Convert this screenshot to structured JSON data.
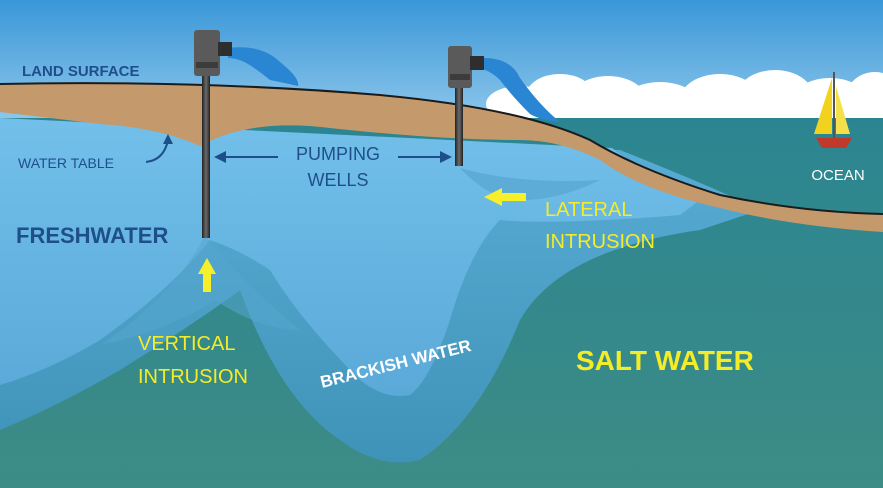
{
  "labels": {
    "land_surface": "LAND SURFACE",
    "water_table": "WATER TABLE",
    "pumping_wells_line1": "PUMPING",
    "pumping_wells_line2": "WELLS",
    "freshwater": "FRESHWATER",
    "ocean": "OCEAN",
    "lateral_intrusion_line1": "LATERAL",
    "lateral_intrusion_line2": "INTRUSION",
    "vertical_intrusion_line1": "VERTICAL",
    "vertical_intrusion_line2": "INTRUSION",
    "salt_water": "SALT WATER",
    "brackish_water": "BRACKISH WATER"
  },
  "colors": {
    "sky_top": "#3f9ad9",
    "sky_bottom": "#bfe3f5",
    "soil": "#c4986a",
    "freshwater": "#6ab8e5",
    "brackish": "#4f9fc6",
    "salt_water": "#2f8a97",
    "ocean": "#1e7f88",
    "well_pipe": "#3b3b3b",
    "label_dark": "#1f4f8a",
    "label_yellow": "#f4ec27",
    "arrow_yellow": "#f7ef2a"
  },
  "icons": [
    "well-pump-icon",
    "water-spout-icon",
    "sailboat-icon",
    "arrow-up-icon",
    "arrow-left-icon",
    "double-arrow-icon"
  ]
}
